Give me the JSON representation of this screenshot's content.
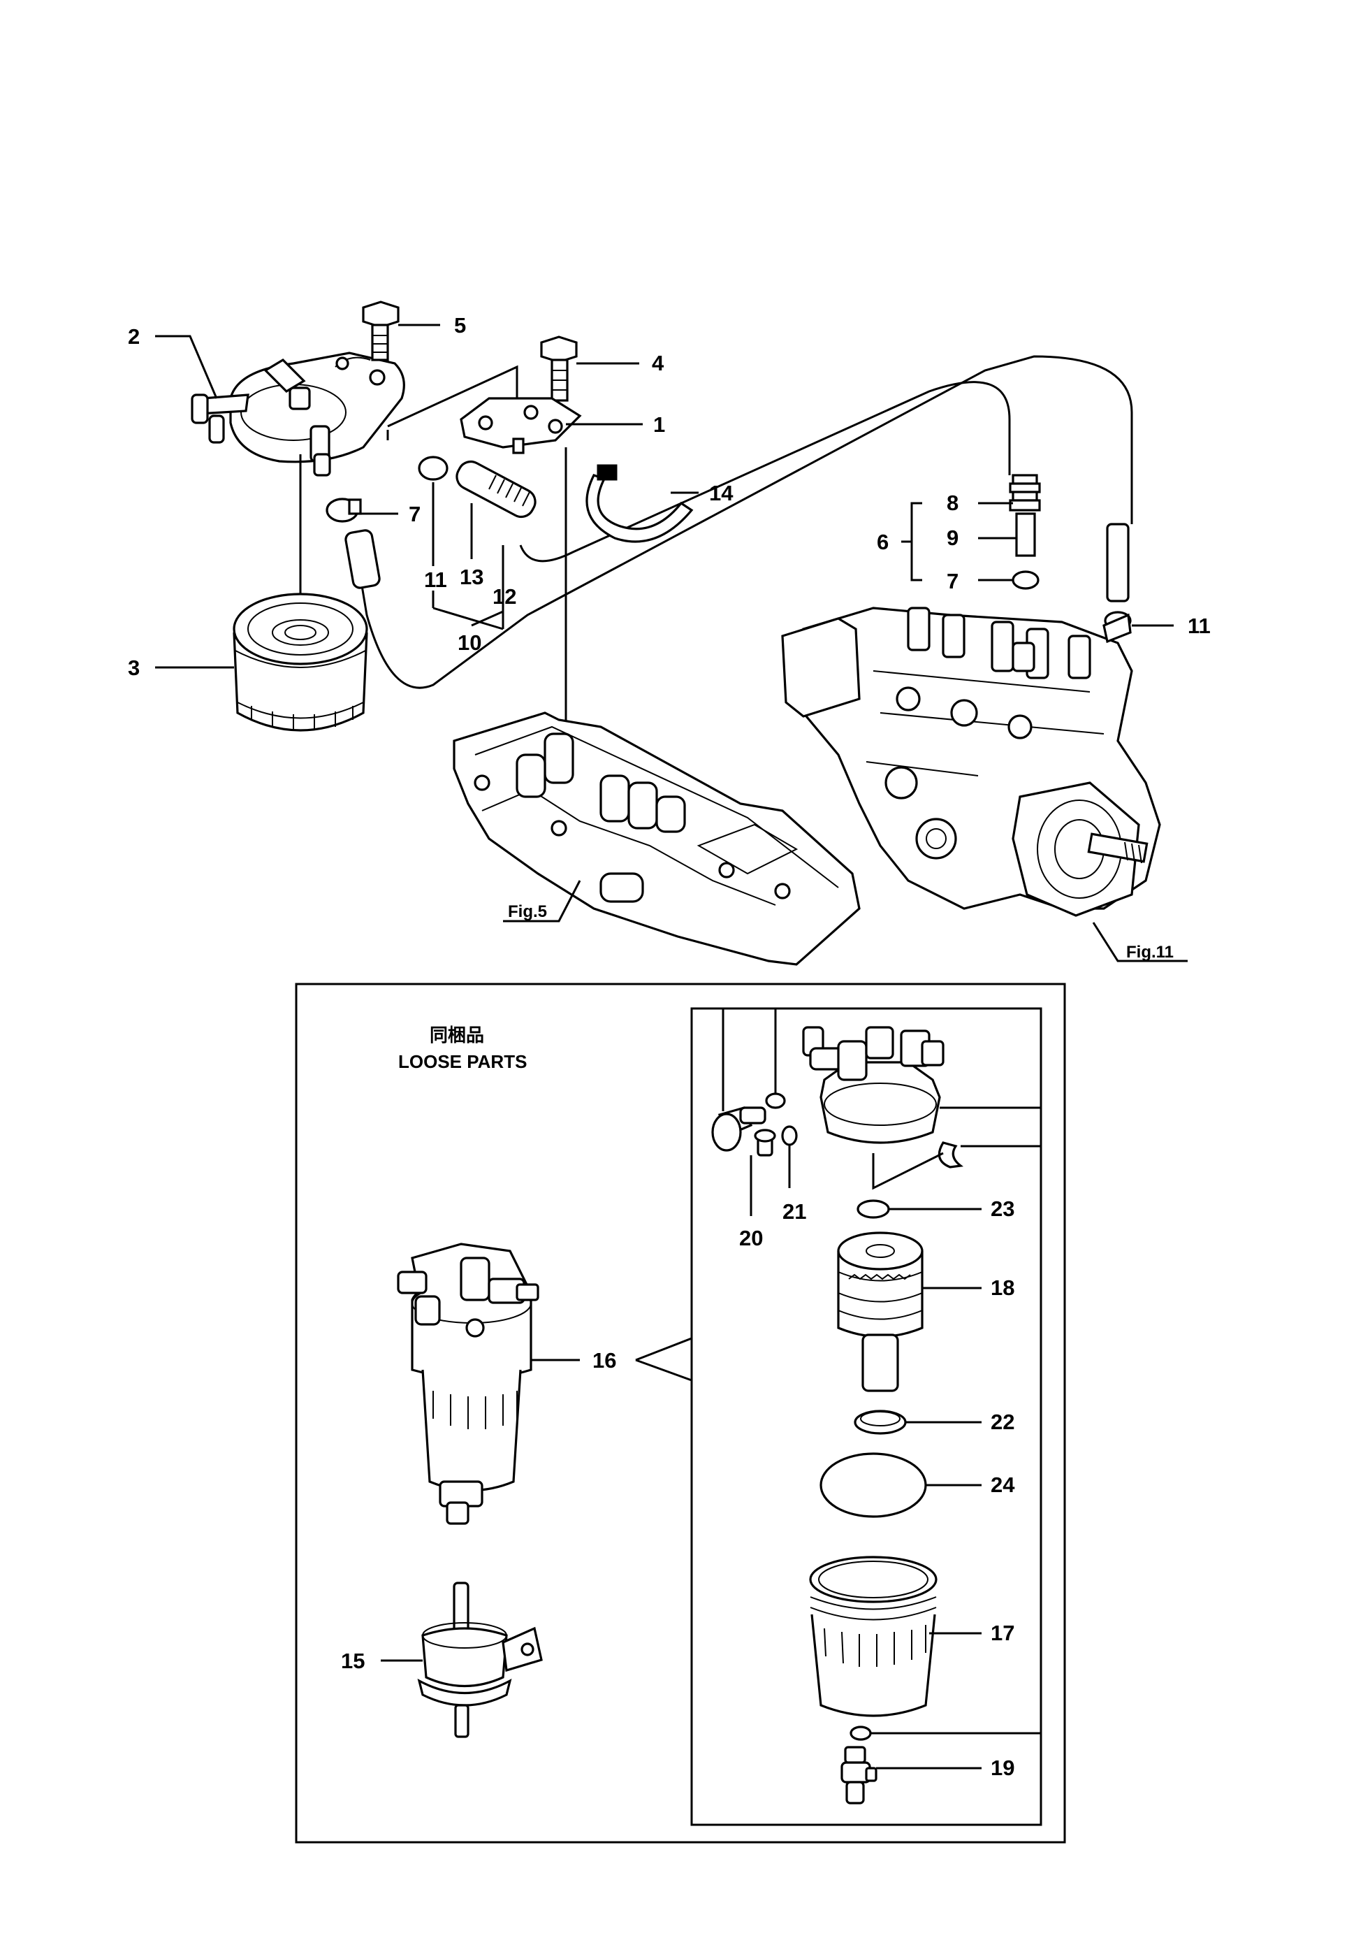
{
  "callouts": {
    "c1": "1",
    "c2": "2",
    "c3": "3",
    "c4": "4",
    "c5": "5",
    "c6": "6",
    "c7a": "7",
    "c7b": "7",
    "c8": "8",
    "c9": "9",
    "c10": "10",
    "c11a": "11",
    "c11b": "11",
    "c12": "12",
    "c13": "13",
    "c14": "14",
    "c15": "15",
    "c16": "16",
    "c17": "17",
    "c18": "18",
    "c19": "19",
    "c20": "20",
    "c21": "21",
    "c22": "22",
    "c23": "23",
    "c24": "24"
  },
  "figure_refs": {
    "fig5": "Fig.5",
    "fig11": "Fig.11"
  },
  "loose_parts": {
    "japanese": "同梱品",
    "english": "LOOSE PARTS"
  },
  "colors": {
    "ink": "#000000",
    "paper": "#ffffff"
  }
}
